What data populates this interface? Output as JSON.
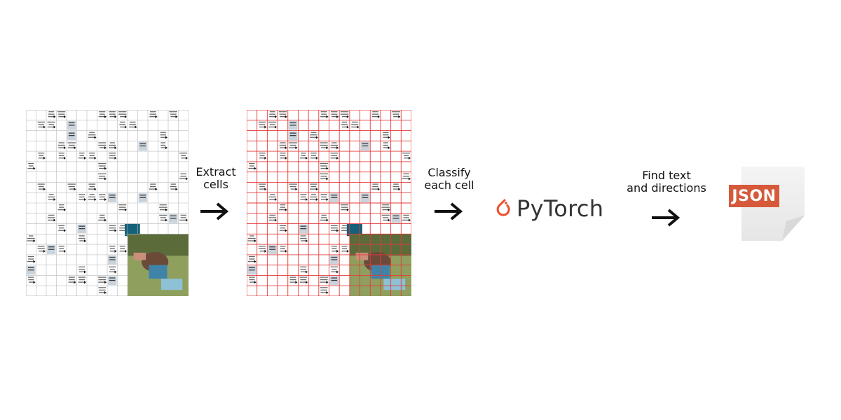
{
  "steps": {
    "extract": {
      "line1": "Extract",
      "line2": "cells"
    },
    "classify": {
      "line1": "Classify",
      "line2": "each cell"
    },
    "find": {
      "line1": "Find text",
      "line2": "and directions"
    }
  },
  "pytorch": {
    "name": "PyTorch",
    "color": "#ee4c2c"
  },
  "json": {
    "label": "JSON",
    "badge_color": "#d65a3a"
  },
  "grid_colors": {
    "plain": "#bbbbbb",
    "overlay": "#e23b3b"
  }
}
